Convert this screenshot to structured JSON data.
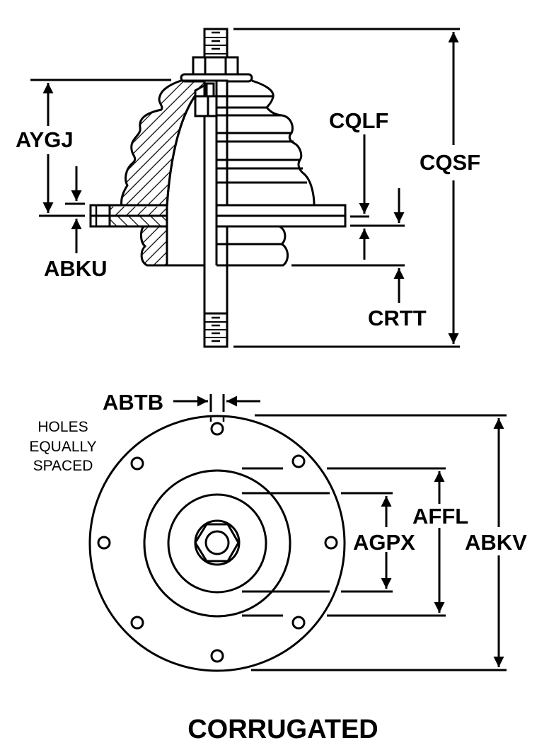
{
  "diagram": {
    "title": "CORRUGATED",
    "colors": {
      "line": "#000000",
      "background": "#ffffff"
    },
    "side_view": {
      "labels": {
        "aygj": "AYGJ",
        "abku": "ABKU",
        "cqlf": "CQLF",
        "cqsf": "CQSF",
        "crtt": "CRTT"
      }
    },
    "plan_view": {
      "labels": {
        "abtb": "ABTB",
        "affl": "AFFL",
        "agpx": "AGPX",
        "abkv": "ABKV"
      },
      "note_lines": [
        "HOLES",
        "EQUALLY",
        "SPACED"
      ],
      "hole_count": 8
    }
  }
}
